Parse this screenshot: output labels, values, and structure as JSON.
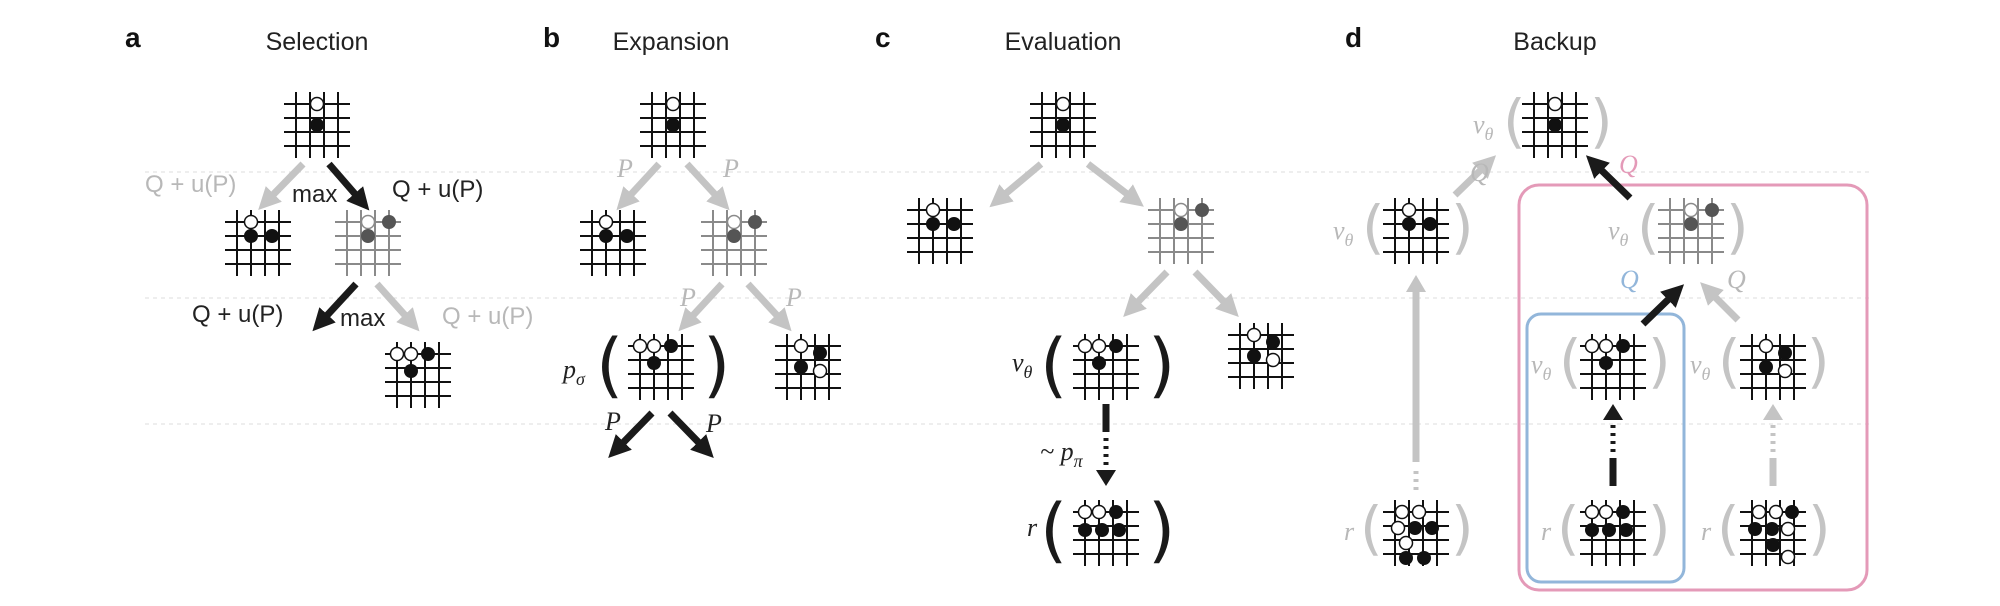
{
  "panels": [
    {
      "letter": "a",
      "title": "Selection"
    },
    {
      "letter": "b",
      "title": "Expansion"
    },
    {
      "letter": "c",
      "title": "Evaluation"
    },
    {
      "letter": "d",
      "title": "Backup"
    }
  ],
  "labels": {
    "q_plus_u": "Q + u(P)",
    "max": "max",
    "p": "P",
    "q": "Q",
    "p_sigma": "p",
    "p_sigma_sub": "σ",
    "v_theta": "v",
    "v_theta_sub": "θ",
    "rollout_tilde": "~ p",
    "rollout_sub": "π",
    "r": "r"
  },
  "colors": {
    "dark": "#1a1a1a",
    "light": "#c4c4c4",
    "pink": "#e49ab8",
    "blue": "#92b6da",
    "dashed": "#dcdcdc"
  }
}
